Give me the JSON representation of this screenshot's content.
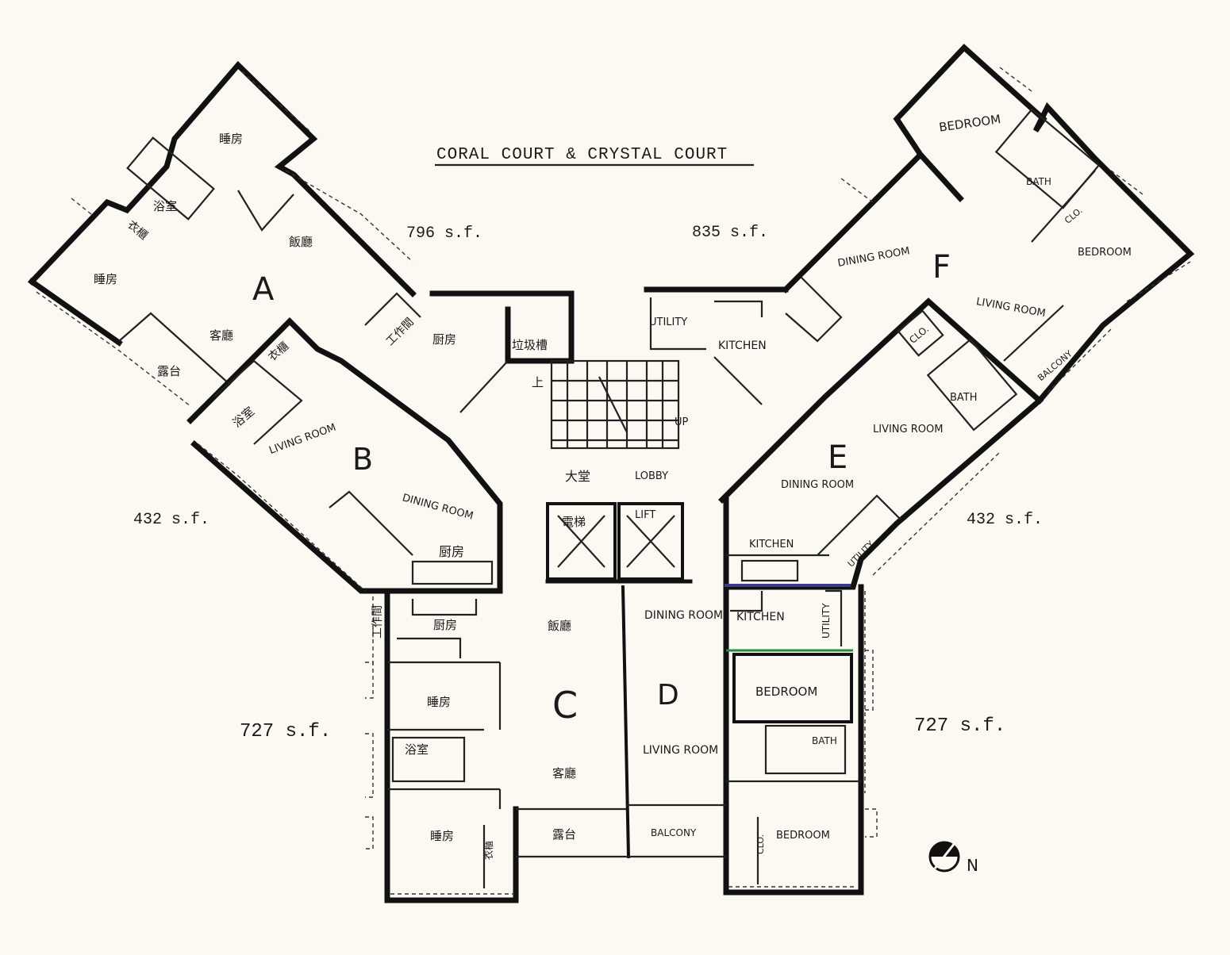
{
  "title": "CORAL COURT & CRYSTAL COURT",
  "areas": {
    "a": "796 s.f.",
    "f": "835 s.f.",
    "b": "432 s.f.",
    "e": "432 s.f.",
    "c": "727 s.f.",
    "d": "727 s.f."
  },
  "units": {
    "a": "A",
    "b": "B",
    "c": "C",
    "d": "D",
    "e": "E",
    "f": "F"
  },
  "rooms": {
    "a_bed1": "睡房",
    "a_bed2": "睡房",
    "a_bath": "浴室",
    "a_wardrobe": "衣櫃",
    "a_dining": "飯廳",
    "a_living": "客廳",
    "a_balcony": "露台",
    "a_utility": "工作間",
    "a_kitchen": "厨房",
    "b_bath": "浴室",
    "b_wardrobe": "衣櫃",
    "b_living": "LIVING ROOM",
    "b_dining": "DINING ROOM",
    "b_kitchen": "厨房",
    "refuse": "垃圾槽",
    "up_cn": "上",
    "up_en": "UP",
    "lobby_cn": "大堂",
    "lobby_en": "LOBBY",
    "lift_cn": "電梯",
    "lift_en": "LIFT",
    "c_utility": "工作間",
    "c_kitchen": "厨房",
    "c_dining": "飯廳",
    "c_bed1": "睡房",
    "c_bath": "浴室",
    "c_living": "客廳",
    "c_bed2": "睡房",
    "c_wardrobe": "衣櫃",
    "c_balcony": "露台",
    "d_dining": "DINING ROOM",
    "d_kitchen": "KITCHEN",
    "d_utility": "UTILITY",
    "d_bed1": "BEDROOM",
    "d_bath": "BATH",
    "d_living": "LIVING ROOM",
    "d_clo": "CLO.",
    "d_bed2": "BEDROOM",
    "d_balcony": "BALCONY",
    "e_clo": "CLO.",
    "e_bath": "BATH",
    "e_living": "LIVING ROOM",
    "e_dining": "DINING ROOM",
    "e_kitchen": "KITCHEN",
    "e_utility": "UTILITY",
    "f_bed1": "BEDROOM",
    "f_bath": "BATH",
    "f_clo": "CLO.",
    "f_bed2": "BEDROOM",
    "f_dining": "DINING ROOM",
    "f_living": "LIVING ROOM",
    "f_balcony": "BALCONY",
    "f_utility": "UTILITY",
    "f_kitchen": "KITCHEN"
  },
  "north": "N"
}
